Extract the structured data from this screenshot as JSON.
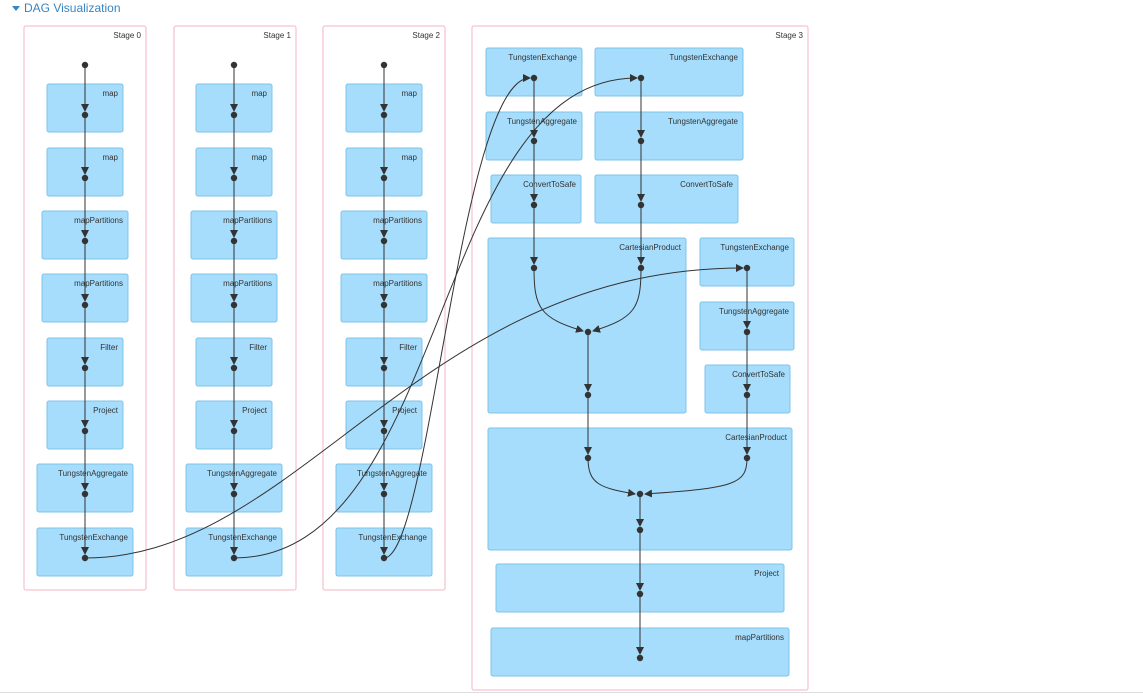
{
  "header": {
    "title": "DAG Visualization"
  },
  "stages": [
    {
      "id": "stage0",
      "label": "Stage 0",
      "nodes": [
        "map",
        "map",
        "mapPartitions",
        "mapPartitions",
        "Filter",
        "Project",
        "TungstenAggregate",
        "TungstenExchange"
      ]
    },
    {
      "id": "stage1",
      "label": "Stage 1",
      "nodes": [
        "map",
        "map",
        "mapPartitions",
        "mapPartitions",
        "Filter",
        "Project",
        "TungstenAggregate",
        "TungstenExchange"
      ]
    },
    {
      "id": "stage2",
      "label": "Stage 2",
      "nodes": [
        "map",
        "map",
        "mapPartitions",
        "mapPartitions",
        "Filter",
        "Project",
        "TungstenAggregate",
        "TungstenExchange"
      ]
    },
    {
      "id": "stage3",
      "label": "Stage 3",
      "nodes": [
        "TungstenExchange",
        "TungstenExchange",
        "TungstenAggregate",
        "TungstenAggregate",
        "ConvertToSafe",
        "ConvertToSafe",
        "CartesianProduct",
        "TungstenExchange",
        "TungstenAggregate",
        "ConvertToSafe",
        "CartesianProduct",
        "Project",
        "mapPartitions"
      ]
    }
  ],
  "colors": {
    "accent": "#3a84c0",
    "node_fill": "#a6ddfc",
    "stage_border": "#f2b6c2",
    "edge": "#333333"
  },
  "icons": {
    "toggle": "caret-down-icon"
  }
}
